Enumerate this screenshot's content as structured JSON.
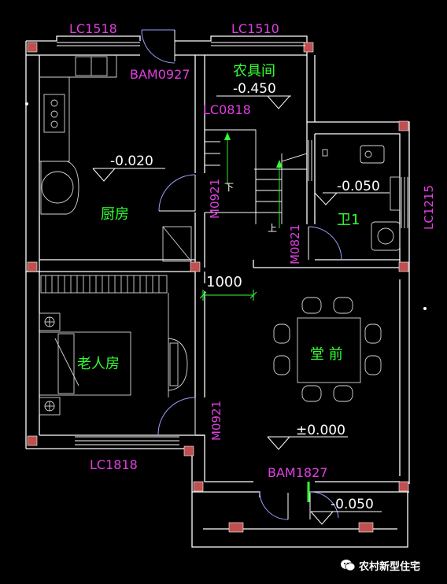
{
  "colors": {
    "background": "#000000",
    "wall": "#ffffff",
    "window_label": "#e040e0",
    "room_label": "#33ff33",
    "column": "#c05050",
    "fixture": "#d8d8d8",
    "dimension": "#33ff33",
    "door_swing": "#9aa0ff"
  },
  "windows": {
    "lc1518": "LC1518",
    "lc1510": "LC1510",
    "lc0818": "LC0818",
    "lc1215": "LC1215",
    "lc1818": "LC1818"
  },
  "doors": {
    "bam0927": "BAM0927",
    "m0921_kitchen": "M0921",
    "m0821_bath": "M0821",
    "m0921_bedroom": "M0921",
    "bam1827": "BAM1827"
  },
  "rooms": {
    "kitchen": "厨房",
    "tool_room": "农具间",
    "bathroom": "卫1",
    "bedroom": "老人房",
    "hall": "堂 前"
  },
  "levels": {
    "kitchen": "-0.020",
    "tool_room": "-0.450",
    "bathroom": "-0.050",
    "hall": "±0.000",
    "porch": "-0.050"
  },
  "stair": {
    "down": "下",
    "up": "上"
  },
  "dimension": "1000",
  "watermark": "农村新型住宅"
}
